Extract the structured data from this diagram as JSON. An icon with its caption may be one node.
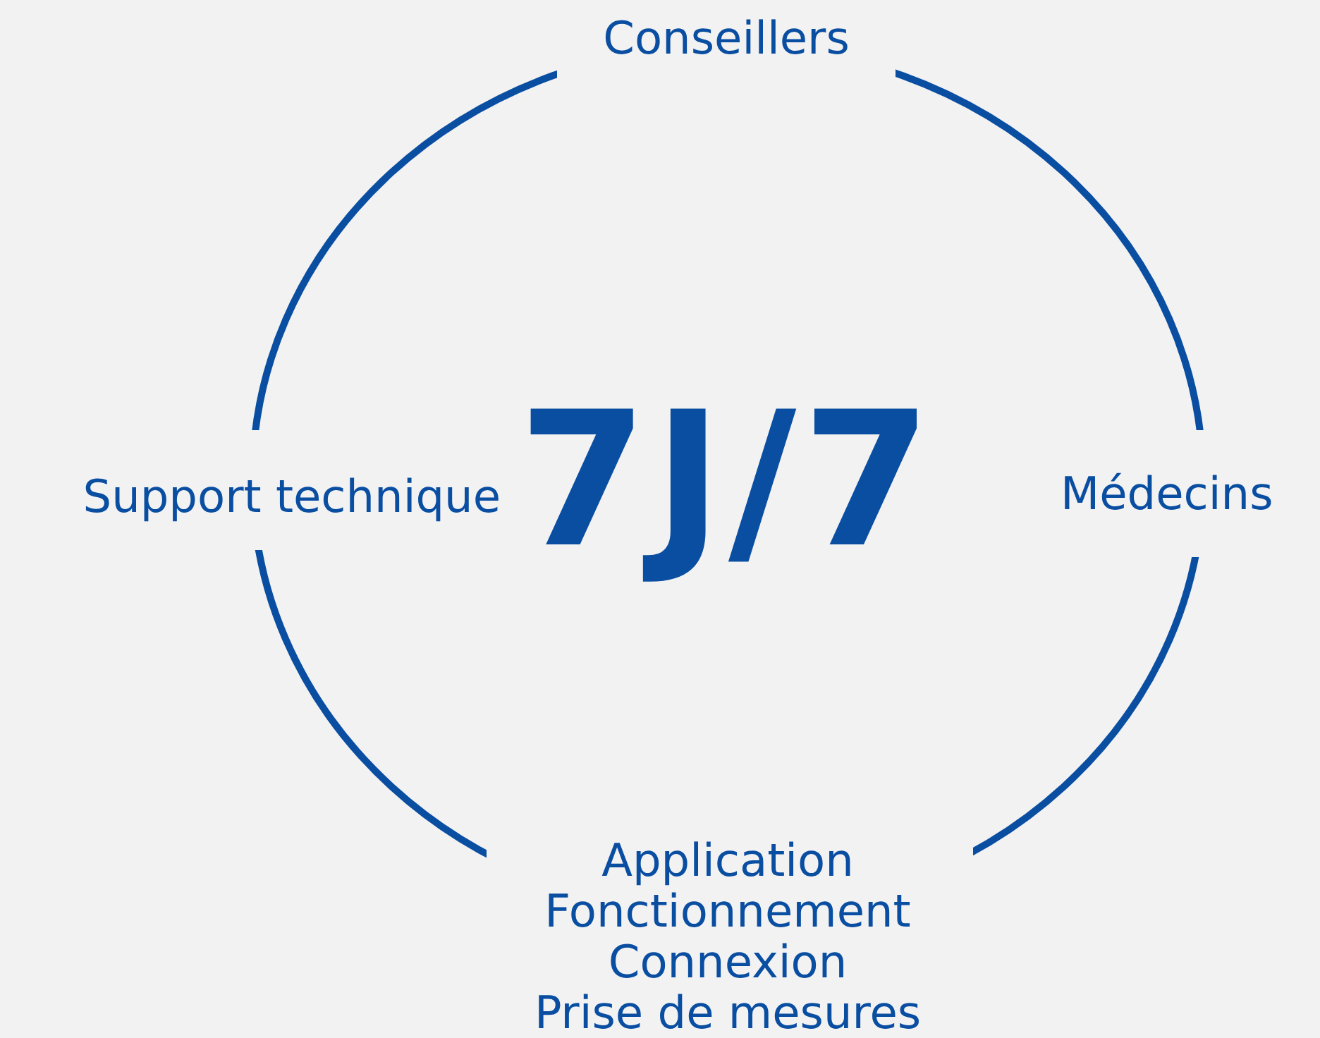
{
  "diagram": {
    "nodes": [
      {
        "text": [
          "7J/7"
        ]
      }
    ],
    "labels": [
      "Conseillers",
      "Support technique",
      "Médecins",
      "Application",
      "Fonctionnement",
      "Connexion",
      "Prise de mesures"
    ]
  }
}
